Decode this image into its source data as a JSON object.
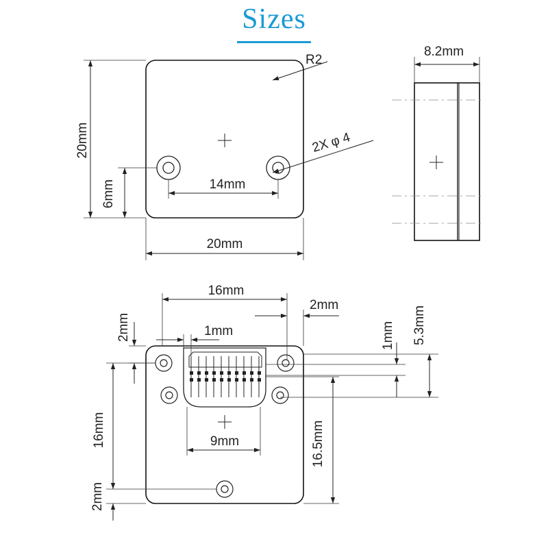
{
  "title": "Sizes",
  "colors": {
    "title": "#1a9ad6",
    "line": "#222222"
  },
  "top_view": {
    "height_label": "20mm",
    "width_label": "20mm",
    "radius_label": "R2",
    "hole_label": "2X φ 4",
    "hole_spacing_label": "14mm",
    "hole_offset_label": "6mm"
  },
  "side_view": {
    "thickness_label": "8.2mm"
  },
  "bottom_view": {
    "width_label": "16mm",
    "margin_label": "2mm",
    "pin_pitch_label": "1mm",
    "top_margin_label": "2mm",
    "connector_offset_label": "1mm",
    "connector_height_label": "5.3mm",
    "hole_vertical_label": "16mm",
    "connector_width_label": "9mm",
    "vertical_total_label": "16.5mm",
    "bottom_margin_label": "2mm"
  }
}
